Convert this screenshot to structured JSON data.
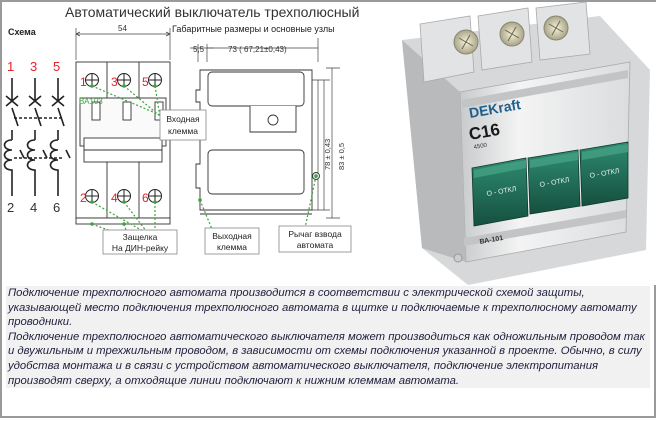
{
  "title": "Автоматический выключатель трехполюсный",
  "scheme": {
    "label": "Схема",
    "top_numbers": [
      "1",
      "3",
      "5"
    ],
    "bottom_numbers": [
      "2",
      "4",
      "6"
    ]
  },
  "drawing": {
    "dimensions_label": "Габаритные размеры и основные узлы",
    "dim_width": "54",
    "dim_offset": "5,5",
    "dim_depth": "73 (  67,21±0,43)",
    "dim_height_inner": "78 ± 0,43",
    "dim_height_outer": "83 ± 0,5",
    "top_terminals": [
      "1",
      "3",
      "5"
    ],
    "bottom_terminals": [
      "2",
      "4",
      "6"
    ],
    "model_label": "ВА103",
    "callouts": {
      "input_terminal": [
        "Входная",
        "клемма"
      ],
      "output_terminal": [
        "Выходная",
        "клемма"
      ],
      "din_latch": [
        "Защелка",
        "На ДИН-рейку"
      ],
      "cocking_lever": [
        "Рычаг взвода",
        "автомата"
      ]
    }
  },
  "product": {
    "brand": "DEKraft",
    "rating": "C16",
    "breaking": "4500",
    "switch_labels": [
      "O - ОТКЛ",
      "O - ОТКЛ",
      "O - ОТКЛ"
    ],
    "series": "ВА-101"
  },
  "description": [
    "Подключение трехполюсного автомата производится в соответствии с электрической схемой защиты, указывающей место подключения трехполюсного автомата в щитке и подключаемые к трехполюсному автомату проводники.",
    "Подключение трехполюсного автоматического выключателя может производиться как одножильным проводом так и двужильным и трехжильным проводом, в зависимости от схемы подключения указанной в проекте. Обычно, в силу удобства монтажа и в связи с устройством автоматического выключателя, подключение электропитания производят сверху, а отходящие линии подключают к нижним клеммам автомата."
  ],
  "colors": {
    "terminal_red": "#e8202a",
    "callout_green": "#3aa53a",
    "text_blue": "#1e1e3c",
    "handle_green": "#1f6e57",
    "description_bg": "#f1f1f1"
  }
}
